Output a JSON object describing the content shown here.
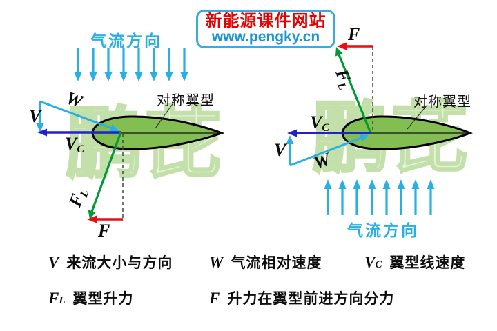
{
  "header": {
    "title": "新能源课件网站",
    "url": "www.pengky.cn"
  },
  "watermark": "鹏芘",
  "left": {
    "airflow_label": "气流方向",
    "airfoil_label": "对称翼型",
    "v": "V",
    "w": "W",
    "vc_main": "V",
    "vc_sub": "C",
    "fl_main": "F",
    "fl_sub": "L",
    "f": "F"
  },
  "right": {
    "airflow_label": "气流方向",
    "airfoil_label": "对称翼型",
    "v": "V",
    "w": "W",
    "vc_main": "V",
    "vc_sub": "C",
    "fl_main": "F",
    "fl_sub": "L",
    "f": "F"
  },
  "legend": {
    "items": [
      {
        "symbol": "V",
        "sub": "",
        "text": "来流大小与方向"
      },
      {
        "symbol": "W",
        "sub": "",
        "text": "气流相对速度"
      },
      {
        "symbol": "V",
        "sub": "C",
        "text": "翼型线速度"
      },
      {
        "symbol": "F",
        "sub": "L",
        "text": "翼型升力"
      },
      {
        "symbol": "F",
        "sub": "",
        "text": "升力在翼型前进方向分力"
      }
    ]
  },
  "colors": {
    "cyan": "#29afe4",
    "vc_blue": "#2222cc",
    "lift_green": "#009933",
    "force_red": "#e60e0e",
    "airfoil_green": "#82be52",
    "header_red": "#e60000",
    "header_blue": "#1697d4",
    "watermark_green": "#c3e0aa"
  }
}
